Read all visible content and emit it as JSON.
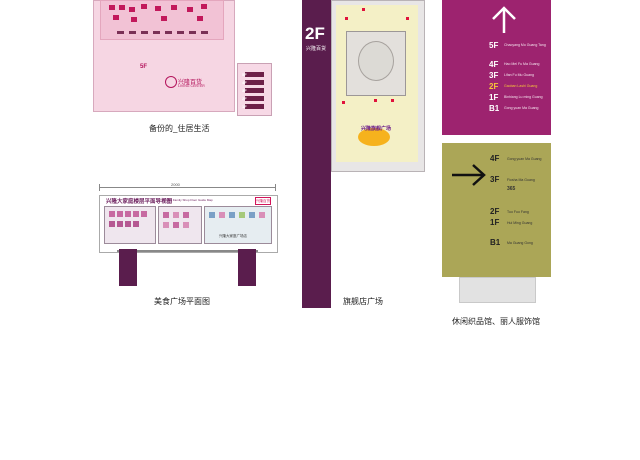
{
  "panel_pink_map": {
    "floor_badge": "5F",
    "logo_text": "兴隆百货",
    "logo_sub": "LIVING CENTER",
    "small_sign_floors": [
      "5F",
      "4F",
      "3F",
      "2F",
      "1F"
    ],
    "caption": "备份的_住居生活"
  },
  "panel_totem": {
    "floor": "2F",
    "sub_label": "兴隆百货",
    "logo_text": "兴隆旗舰广场",
    "caption": "旗舰店广场"
  },
  "panel_directory": {
    "top_floors": [
      {
        "floor": "5F",
        "desc": "Chaoyang Mo Guang Tang",
        "active": false
      },
      {
        "floor": "4F",
        "desc": "Hao Mei Fu Ma Guang",
        "active": false
      },
      {
        "floor": "3F",
        "desc": "Lifan Fu Mu Guang",
        "active": false
      },
      {
        "floor": "2F",
        "desc": "Gaoban Lashi Guang",
        "active": true
      },
      {
        "floor": "1F",
        "desc": "Binhiang Lu ming Guang",
        "active": false
      },
      {
        "floor": "B1",
        "desc": "Gong yuan Ma Guang",
        "active": false
      }
    ],
    "bottom_floors": [
      {
        "floor": "4F",
        "desc": "Gong yuan Ma Guang"
      },
      {
        "floor": "3F",
        "desc": "Fiosha Ma Guang"
      },
      {
        "floor": "2F",
        "desc": "Tuo Fuo Fang"
      },
      {
        "floor": "1F",
        "desc": "Hui Ming Guang"
      },
      {
        "floor": "B1",
        "desc": "Ma Guang Gong"
      }
    ],
    "bottom_note": "365",
    "caption": "休闲织品馆、丽人服饰馆"
  },
  "panel_billboard": {
    "title": "兴隆大家庭楼层平面导视图",
    "subtitle": "Xinlong Family Shop Floor Guide Map",
    "badge": "兴隆百货",
    "ruler": "2000",
    "panel_labels": [
      "兴隆大家庭广场店"
    ],
    "caption": "美食广场平面图"
  },
  "colors": {
    "purple": "#5a1d4d",
    "magenta": "#9d236f",
    "olive": "#aba657",
    "pink": "#f6d6e3",
    "accent": "#f6c53a"
  }
}
